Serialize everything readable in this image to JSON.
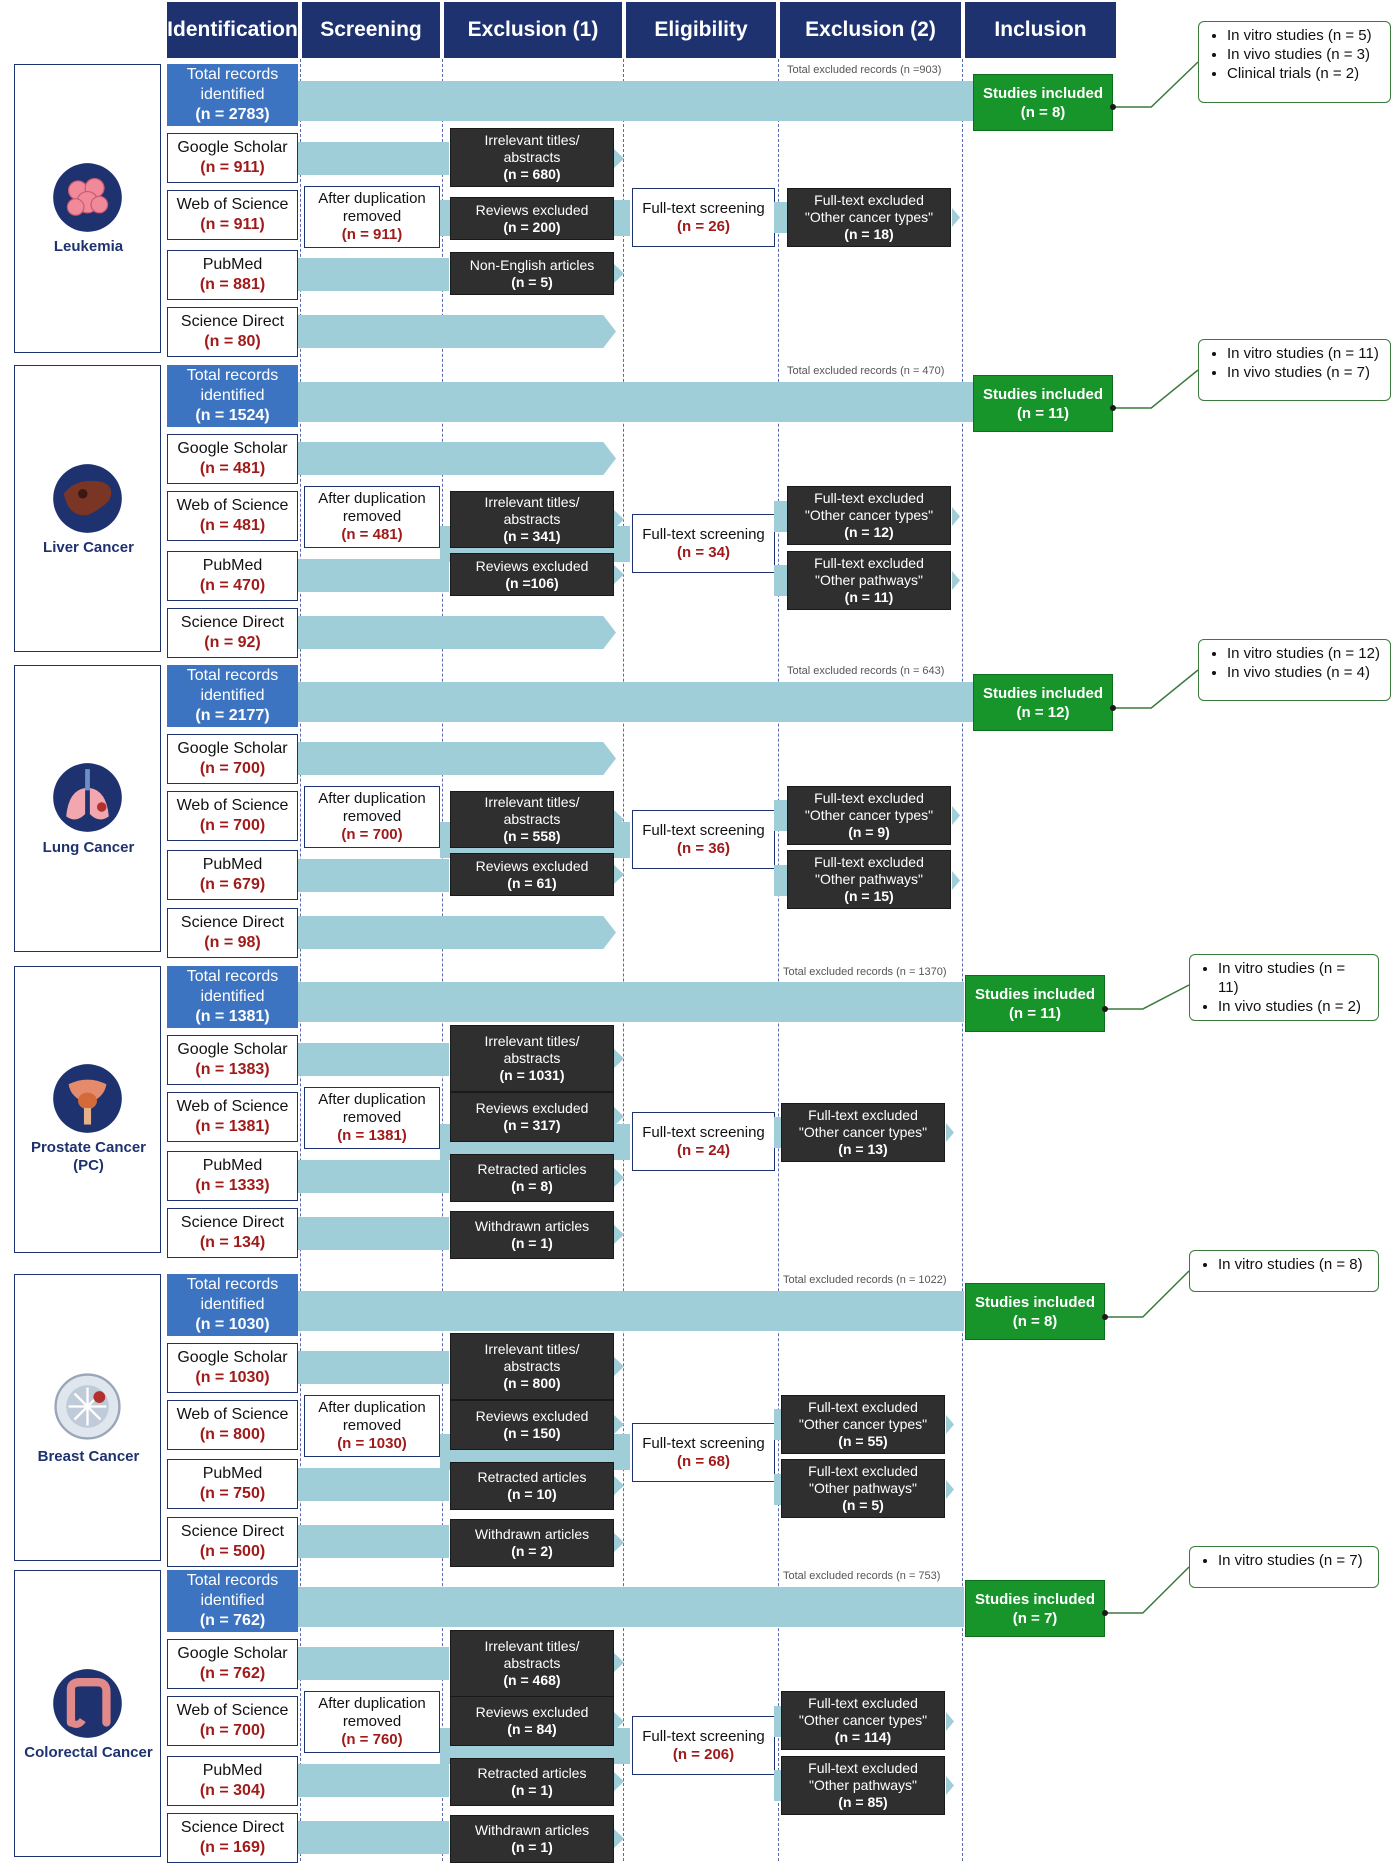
{
  "headers": [
    "Identification",
    "Screening",
    "Exclusion (1)",
    "Eligibility",
    "Exclusion (2)",
    "Inclusion"
  ],
  "colors": {
    "header": "#1e3270",
    "total_box": "#3c74c2",
    "excluded_box": "#2f2f2f",
    "included_box": "#17952b",
    "flow_band": "#9fcdd8",
    "count_text": "#a11a1a"
  },
  "common": {
    "total_records": "Total records identified",
    "dup_removed": "After duplication removed",
    "full_text_screening": "Full-text screening",
    "studies_included": "Studies included",
    "google": "Google Scholar",
    "wos": "Web of Science",
    "pubmed": "PubMed",
    "sd": "Science Direct"
  },
  "sections": [
    {
      "label": "Leukemia",
      "icon": "leukemia-cell-icon",
      "total_n": "(n = 2783)",
      "total_excluded": "Total excluded records (n =903)",
      "sources": [
        "(n = 911)",
        "(n = 911)",
        "(n = 881)",
        "(n = 80)"
      ],
      "dup_n": "(n = 911)",
      "excl1": [
        {
          "text": "Irrelevant titles/ abstracts",
          "n": "(n = 680)"
        },
        {
          "text": "Reviews excluded",
          "n": "(n = 200)"
        },
        {
          "text": "Non-English articles",
          "n": "(n = 5)"
        }
      ],
      "fts_n": "(n = 26)",
      "excl2": [
        {
          "text": "Full-text excluded \"Other cancer types\"",
          "n": "(n = 18)"
        }
      ],
      "included_n": "(n = 8)",
      "notes": [
        "In vitro studies (n = 5)",
        "In vivo studies (n = 3)",
        "Clinical trials (n = 2)"
      ]
    },
    {
      "label": "Liver Cancer",
      "icon": "liver-icon",
      "total_n": "(n = 1524)",
      "total_excluded": "Total excluded records (n = 470)",
      "sources": [
        "(n = 481)",
        "(n = 481)",
        "(n = 470)",
        "(n = 92)"
      ],
      "dup_n": "(n = 481)",
      "excl1": [
        {
          "text": "Irrelevant titles/ abstracts",
          "n": "(n = 341)"
        },
        {
          "text": "Reviews excluded",
          "n": "(n =106)"
        }
      ],
      "fts_n": "(n = 34)",
      "excl2": [
        {
          "text": "Full-text excluded \"Other cancer types\"",
          "n": "(n = 12)"
        },
        {
          "text": "Full-text excluded \"Other pathways\"",
          "n": "(n = 11)"
        }
      ],
      "included_n": "(n = 11)",
      "notes": [
        "In vitro studies (n = 11)",
        "In vivo studies (n = 7)"
      ]
    },
    {
      "label": "Lung Cancer",
      "icon": "lungs-icon",
      "total_n": "(n = 2177)",
      "total_excluded": "Total excluded records (n = 643)",
      "sources": [
        "(n = 700)",
        "(n = 700)",
        "(n = 679)",
        "(n = 98)"
      ],
      "dup_n": "(n = 700)",
      "excl1": [
        {
          "text": "Irrelevant titles/ abstracts",
          "n": "(n = 558)"
        },
        {
          "text": "Reviews excluded",
          "n": "(n = 61)"
        }
      ],
      "fts_n": "(n = 36)",
      "excl2": [
        {
          "text": "Full-text excluded \"Other cancer types\"",
          "n": "(n = 9)"
        },
        {
          "text": "Full-text excluded \"Other pathways\"",
          "n": "(n = 15)"
        }
      ],
      "included_n": "(n = 12)",
      "notes": [
        "In vitro studies (n = 12)",
        "In vivo studies (n = 4)"
      ]
    },
    {
      "label": "Prostate Cancer (PC)",
      "icon": "prostate-icon",
      "total_n": "(n = 1381)",
      "total_excluded": "Total excluded records (n = 1370)",
      "sources": [
        "(n = 1383)",
        "(n = 1381)",
        "(n = 1333)",
        "(n = 134)"
      ],
      "dup_n": "(n = 1381)",
      "excl1": [
        {
          "text": "Irrelevant titles/ abstracts",
          "n": "(n = 1031)"
        },
        {
          "text": "Reviews excluded",
          "n": "(n = 317)"
        },
        {
          "text": "Retracted articles",
          "n": "(n = 8)"
        },
        {
          "text": "Withdrawn articles",
          "n": "(n = 1)"
        }
      ],
      "fts_n": "(n = 24)",
      "excl2": [
        {
          "text": "Full-text excluded \"Other cancer types\"",
          "n": "(n = 13)"
        }
      ],
      "included_n": "(n = 11)",
      "notes": [
        "In vitro studies (n = 11)",
        "In vivo studies (n = 2)"
      ]
    },
    {
      "label": "Breast Cancer",
      "icon": "breast-icon",
      "total_n": "(n = 1030)",
      "total_excluded": "Total excluded records (n = 1022)",
      "sources": [
        "(n = 1030)",
        "(n = 800)",
        "(n = 750)",
        "(n = 500)"
      ],
      "dup_n": "(n = 1030)",
      "excl1": [
        {
          "text": "Irrelevant titles/ abstracts",
          "n": "(n = 800)"
        },
        {
          "text": "Reviews excluded",
          "n": "(n = 150)"
        },
        {
          "text": "Retracted articles",
          "n": "(n = 10)"
        },
        {
          "text": "Withdrawn articles",
          "n": "(n = 2)"
        }
      ],
      "fts_n": "(n = 68)",
      "excl2": [
        {
          "text": "Full-text excluded \"Other cancer types\"",
          "n": "(n = 55)"
        },
        {
          "text": "Full-text excluded \"Other pathways\"",
          "n": "(n = 5)"
        }
      ],
      "included_n": "(n = 8)",
      "notes": [
        "In vitro studies (n = 8)"
      ]
    },
    {
      "label": "Colorectal Cancer",
      "icon": "colon-icon",
      "total_n": "(n = 762)",
      "total_excluded": "Total excluded records (n = 753)",
      "sources": [
        "(n = 762)",
        "(n = 700)",
        "(n = 304)",
        "(n = 169)"
      ],
      "dup_n": "(n = 760)",
      "excl1": [
        {
          "text": "Irrelevant titles/ abstracts",
          "n": "(n = 468)"
        },
        {
          "text": "Reviews excluded",
          "n": "(n = 84)"
        },
        {
          "text": "Retracted articles",
          "n": "(n = 1)"
        },
        {
          "text": "Withdrawn articles",
          "n": "(n = 1)"
        }
      ],
      "fts_n": "(n = 206)",
      "excl2": [
        {
          "text": "Full-text excluded \"Other cancer types\"",
          "n": "(n = 114)"
        },
        {
          "text": "Full-text excluded \"Other pathways\"",
          "n": "(n = 85)"
        }
      ],
      "included_n": "(n = 7)",
      "notes": [
        "In vitro studies (n = 7)"
      ]
    }
  ]
}
